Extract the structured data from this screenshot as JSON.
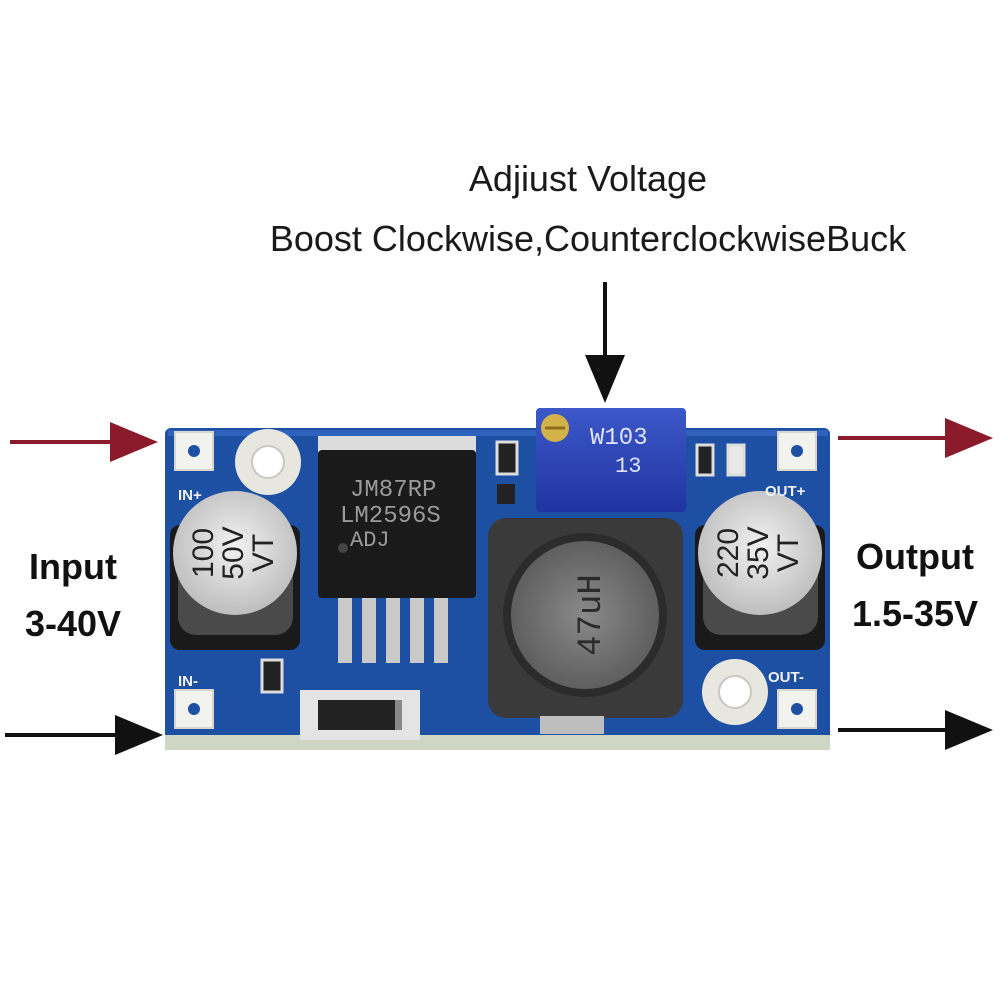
{
  "caption": {
    "line1": "Adjiust Voltage",
    "line2": "Boost Clockwise,CounterclockwiseBuck"
  },
  "input": {
    "title": "Input",
    "range": "3-40V"
  },
  "output": {
    "title": "Output",
    "range": "1.5-35V"
  },
  "board": {
    "chip_text": [
      "JM87RP",
      "LM2596S",
      "ADJ"
    ],
    "pot_text": [
      "W103",
      "13"
    ],
    "cap_in_text": [
      "100",
      "50V",
      "VT"
    ],
    "cap_out_text": [
      "220",
      "35V",
      "VT"
    ],
    "inductor_text": "47uH",
    "pad_labels": {
      "in_plus": "IN+",
      "in_minus": "IN-",
      "out_plus": "OUT+",
      "out_minus": "OUT-"
    }
  },
  "colors": {
    "pcb": "#1d4fa3",
    "arrow_red": "#8b1a2b",
    "arrow_black": "#111111"
  }
}
